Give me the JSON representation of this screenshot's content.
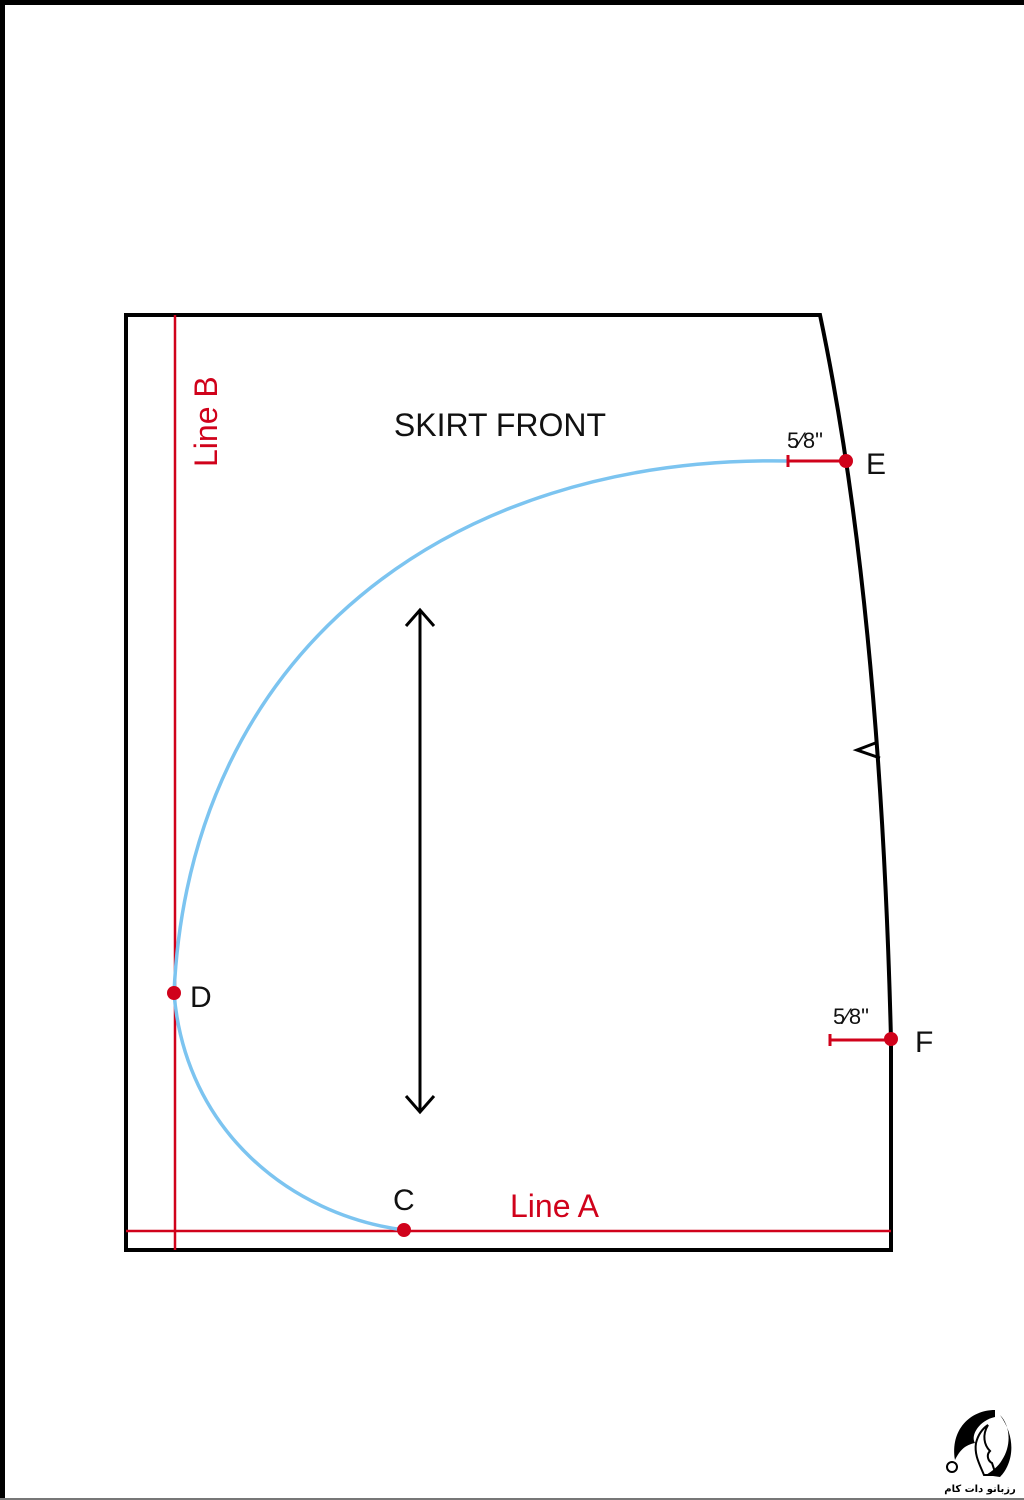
{
  "pattern": {
    "title": "SKIRT FRONT",
    "lines": [
      {
        "id": "line-a",
        "label": "Line A",
        "orientation": "horizontal"
      },
      {
        "id": "line-b",
        "label": "Line B",
        "orientation": "vertical"
      }
    ],
    "points": [
      {
        "id": "C",
        "label": "C"
      },
      {
        "id": "D",
        "label": "D"
      },
      {
        "id": "E",
        "label": "E"
      },
      {
        "id": "F",
        "label": "F"
      }
    ],
    "seam_allowance_e": "5⁄8\"",
    "seam_allowance_f": "5⁄8\"",
    "grainline": "double-arrow",
    "notch": "triangle-notch"
  },
  "colors": {
    "outline": "#000000",
    "construction_line": "#d0021b",
    "curve": "#7cc4f0",
    "point": "#d0021b"
  },
  "watermark": {
    "text": "رزبانو دات کام"
  }
}
